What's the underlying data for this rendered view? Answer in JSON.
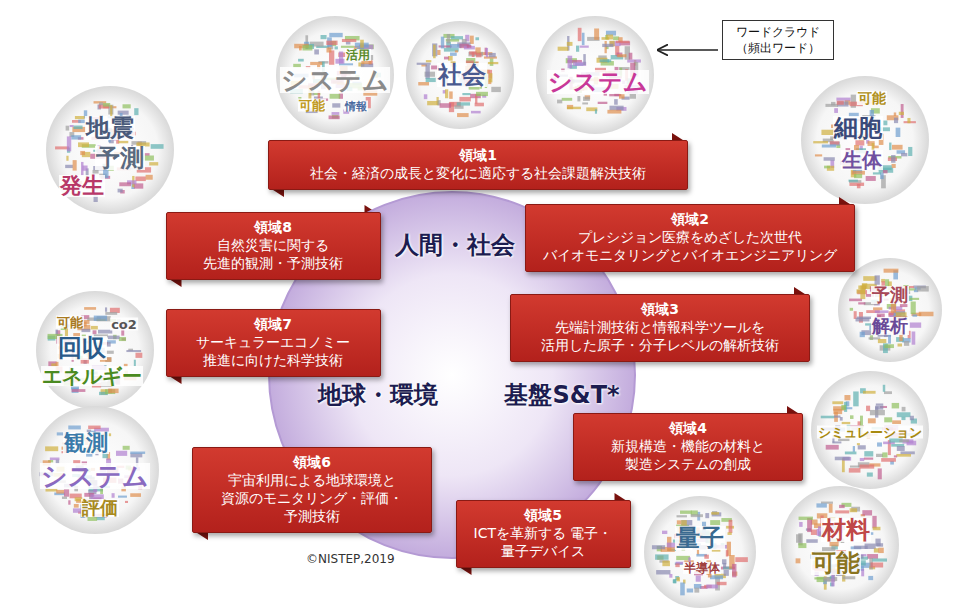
{
  "diagram": {
    "nodes": [
      {
        "text": [
          "人間・社会",
          "地球・環境",
          "基盤S&T*"
        ]
      },
      {
        "text": [
          "領域1",
          "社会・経済の成長と変化に適応する社会課題解決技術"
        ]
      },
      {
        "text": [
          "領域2",
          "プレシジョン医療をめざした次世代 バイオモニタリングとバイオエンジニアリング"
        ]
      },
      {
        "text": [
          "領域3",
          "先端計測技術と情報科学ツールを 活用した原子・分子レベルの解析技術"
        ]
      },
      {
        "text": [
          "領域4",
          "新規構造・機能の材料と 製造システムの創成"
        ]
      },
      {
        "text": [
          "領域5",
          "ICTを革新する 電子・量子デバイス"
        ]
      },
      {
        "text": [
          "領域6",
          "宇宙利用による地球環境と 資源のモニタリング・評価・ 予測技術"
        ]
      },
      {
        "text": [
          "領域7",
          "サーキュラーエコノミー 推進に向けた科学技術"
        ]
      },
      {
        "text": [
          "領域8",
          "自然災害に関する 先進的観測・予測技術"
        ]
      },
      {
        "text": [
          "ワードクラウド （頻出ワード）"
        ]
      }
    ],
    "labels": [
      "システム",
      "可能",
      "活用",
      "情報",
      "社会",
      "システム",
      "地震",
      "予測",
      "発生",
      "細胞",
      "生体",
      "可能",
      "予測",
      "解析",
      "回収",
      "エネルギー",
      "可能",
      "co2",
      "シミュレーション",
      "システム",
      "観測",
      "評価",
      "量子",
      "半導体",
      "材料",
      "可能",
      "©NISTEP,2019"
    ]
  }
}
